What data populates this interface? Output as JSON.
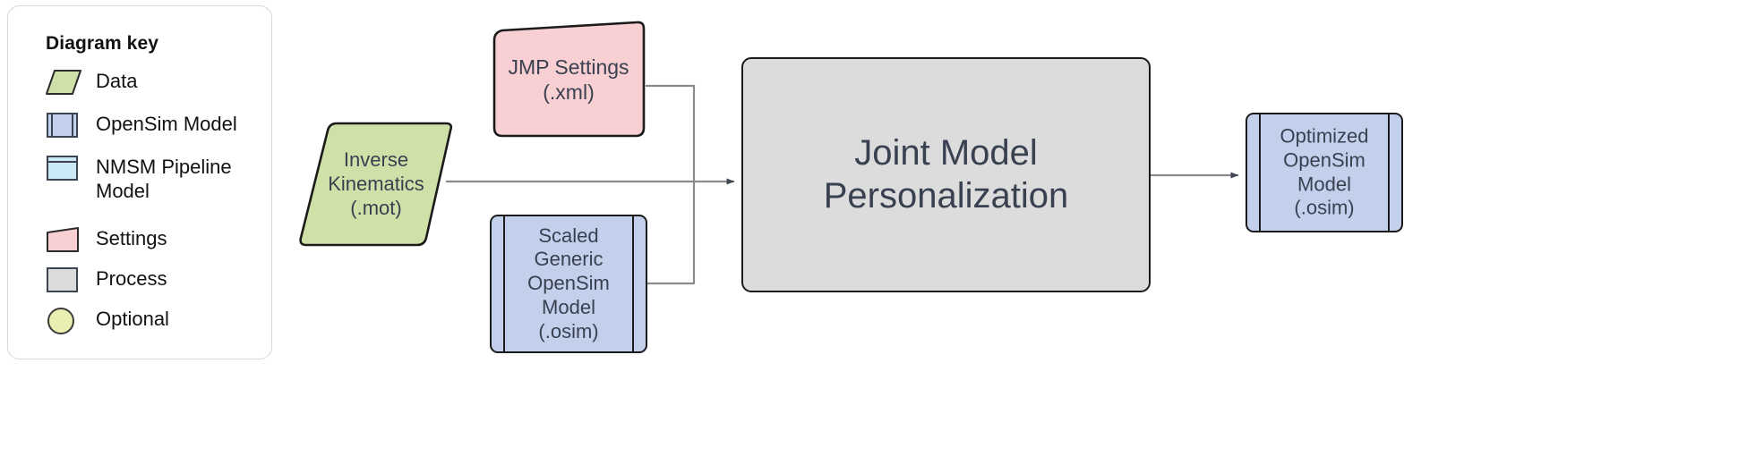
{
  "legend": {
    "title": "Diagram key",
    "items": [
      {
        "label": "Data",
        "icon": "parallelogram-green-icon",
        "color": "#cfe0a8"
      },
      {
        "label": "OpenSim Model",
        "icon": "opensim-model-box-icon",
        "color": "#c2d0ec"
      },
      {
        "label": "NMSM Pipeline Model",
        "icon": "nmsm-pipeline-box-icon",
        "color": "#cbe8f7"
      },
      {
        "label": "Settings",
        "icon": "trapezoid-pink-icon",
        "color": "#f8cfd2"
      },
      {
        "label": "Process",
        "icon": "rectangle-gray-icon",
        "color": "#dcdcdc"
      },
      {
        "label": "Optional",
        "icon": "circle-yellow-icon",
        "color": "#eaeeb0"
      }
    ]
  },
  "diagram": {
    "nodes": {
      "jmp_settings": {
        "label": "JMP Settings\n(.xml)",
        "type": "settings",
        "color": "#f8cfd2"
      },
      "inverse_kinematics": {
        "label": "Inverse\nKinematics\n(.mot)",
        "type": "data",
        "color": "#cfe0a8"
      },
      "scaled_generic": {
        "label": "Scaled\nGeneric\nOpenSim\nModel\n(.osim)",
        "type": "opensim-model",
        "color": "#c2d0ec"
      },
      "process": {
        "label": "Joint Model\nPersonalization",
        "type": "process",
        "color": "#dcdcdc"
      },
      "optimized": {
        "label": "Optimized\nOpenSim\nModel\n(.osim)",
        "type": "opensim-model",
        "color": "#c2d0ec"
      }
    },
    "edges": [
      {
        "from": "jmp_settings",
        "to": "process"
      },
      {
        "from": "inverse_kinematics",
        "to": "process"
      },
      {
        "from": "scaled_generic",
        "to": "process"
      },
      {
        "from": "process",
        "to": "optimized"
      }
    ],
    "edge_color": "#8a8a8a",
    "arrow_color": "#3f4755",
    "border_color": "#1b1b1b",
    "text_color": "#394150"
  }
}
